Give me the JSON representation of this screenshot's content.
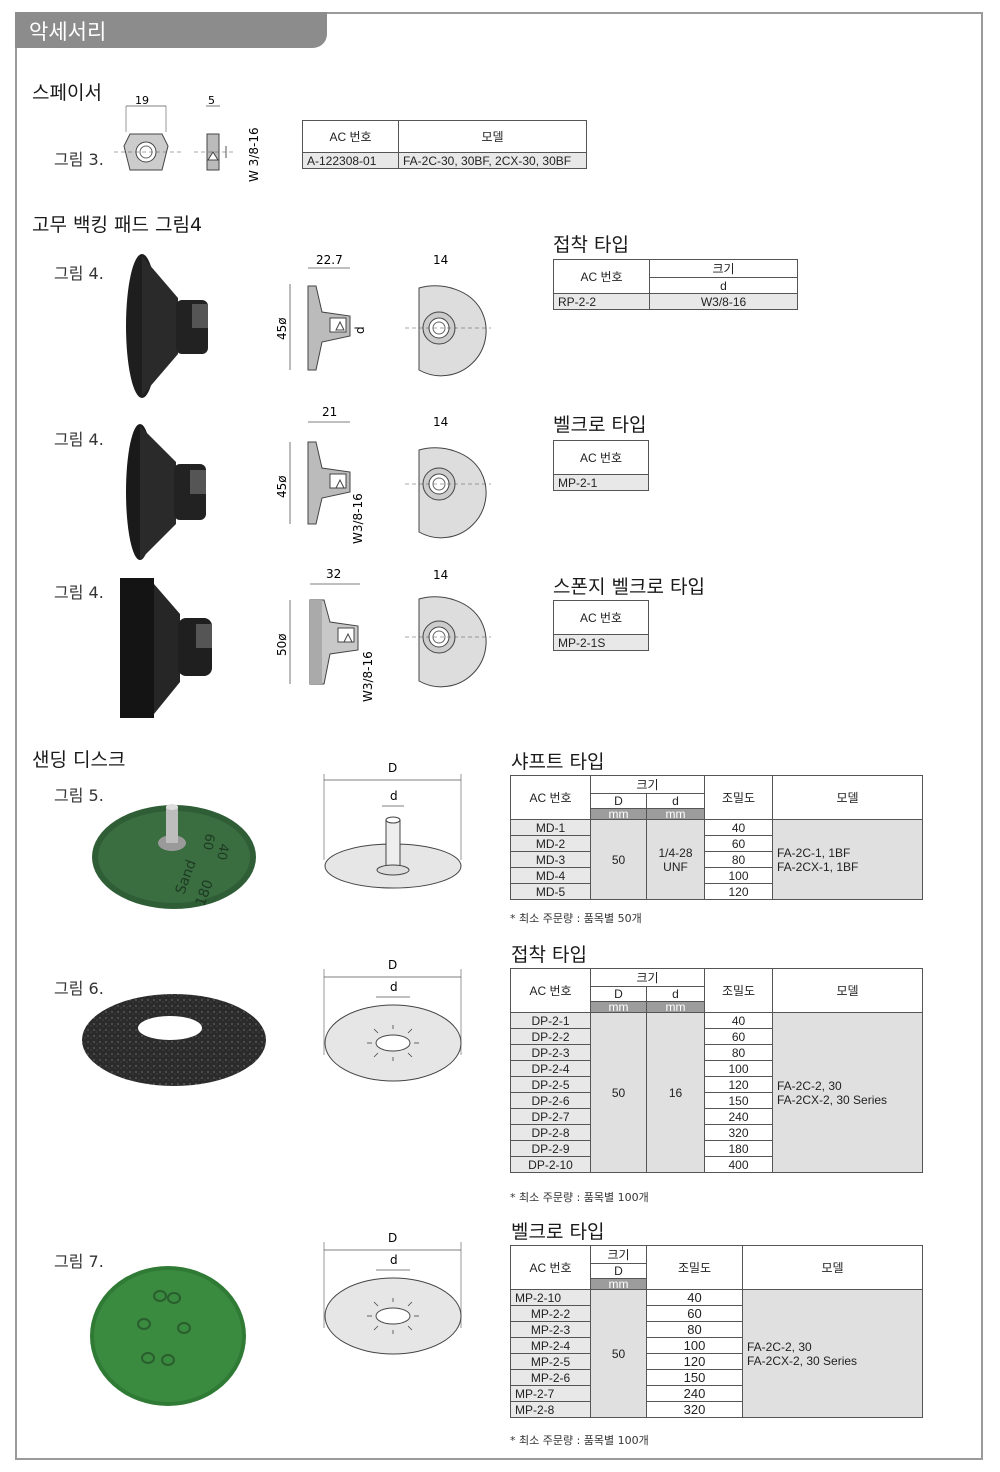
{
  "header": {
    "title": "악세서리"
  },
  "spacer": {
    "title": "스페이서",
    "figure": "그림 3.",
    "dims": {
      "width": "19",
      "thick": "5",
      "thread": "W 3/8-16"
    },
    "table": {
      "headers": [
        "AC 번호",
        "모델"
      ],
      "rows": [
        [
          "A-122308-01",
          "FA-2C-30, 30BF, 2CX-30, 30BF"
        ]
      ]
    }
  },
  "rubber": {
    "title": "고무 백킹 패드 그림4",
    "items": [
      {
        "figure": "그림 4.",
        "len": "22.7",
        "dia": "45ø",
        "face": "14",
        "thread": "d",
        "type_title": "접착 타입",
        "table": {
          "ac": "AC 번호",
          "size": "크기",
          "d": "d",
          "rows": [
            [
              "RP-2-2",
              "W3/8-16"
            ]
          ]
        }
      },
      {
        "figure": "그림 4.",
        "len": "21",
        "dia": "45ø",
        "face": "14",
        "thread": "W3/8-16",
        "type_title": "벨크로 타입",
        "table": {
          "ac": "AC 번호",
          "rows": [
            "MP-2-1"
          ]
        }
      },
      {
        "figure": "그림 4.",
        "len": "32",
        "dia": "50ø",
        "face": "14",
        "thread": "W3/8-16",
        "type_title": "스폰지 벨크로 타입",
        "table": {
          "ac": "AC 번호",
          "rows": [
            "MP-2-1S"
          ]
        }
      }
    ]
  },
  "sanding": {
    "title": "샌딩 디스크",
    "dim_D": "D",
    "dim_d": "d",
    "disc_text": [
      "Sand",
      "180",
      "40",
      "60"
    ],
    "shaft": {
      "figure": "그림 5.",
      "title": "샤프트 타입",
      "headers": {
        "ac": "AC 번호",
        "size": "크기",
        "D": "D",
        "d": "d",
        "unit": "mm",
        "grit": "조밀도",
        "model": "모델"
      },
      "codes": [
        "MD-1",
        "MD-2",
        "MD-3",
        "MD-4",
        "MD-5"
      ],
      "grits": [
        "40",
        "60",
        "80",
        "100",
        "120"
      ],
      "D": "50",
      "d": [
        "1/4-28",
        "UNF"
      ],
      "models": [
        "FA-2C-1, 1BF",
        "FA-2CX-1, 1BF"
      ],
      "note": "* 최소 주문량 : 품목별 50개"
    },
    "adhesive": {
      "figure": "그림 6.",
      "title": "접착 타입",
      "headers": {
        "ac": "AC 번호",
        "size": "크기",
        "D": "D",
        "d": "d",
        "unit": "mm",
        "grit": "조밀도",
        "model": "모델"
      },
      "codes": [
        "DP-2-1",
        "DP-2-2",
        "DP-2-3",
        "DP-2-4",
        "DP-2-5",
        "DP-2-6",
        "DP-2-7",
        "DP-2-8",
        "DP-2-9",
        "DP-2-10"
      ],
      "grits": [
        "40",
        "60",
        "80",
        "100",
        "120",
        "150",
        "240",
        "320",
        "180",
        "400"
      ],
      "D": "50",
      "d": "16",
      "models": [
        "FA-2C-2, 30",
        "FA-2CX-2, 30 Series"
      ],
      "note": "* 최소 주문량 : 품목별 100개"
    },
    "velcro": {
      "figure": "그림 7.",
      "title": "벨크로 타입",
      "headers": {
        "ac": "AC 번호",
        "size": "크기",
        "D": "D",
        "unit": "mm",
        "grit": "조밀도",
        "model": "모델"
      },
      "codes": [
        "MP-2-10",
        "MP-2-2",
        "MP-2-3",
        "MP-2-4",
        "MP-2-5",
        "MP-2-6",
        "MP-2-7",
        "MP-2-8"
      ],
      "grits": [
        "40",
        "60",
        "80",
        "100",
        "120",
        "150",
        "240",
        "320"
      ],
      "D": "50",
      "models": [
        "FA-2C-2, 30",
        "FA-2CX-2, 30 Series"
      ],
      "note": "* 최소 주문량 : 품목별 100개"
    }
  }
}
